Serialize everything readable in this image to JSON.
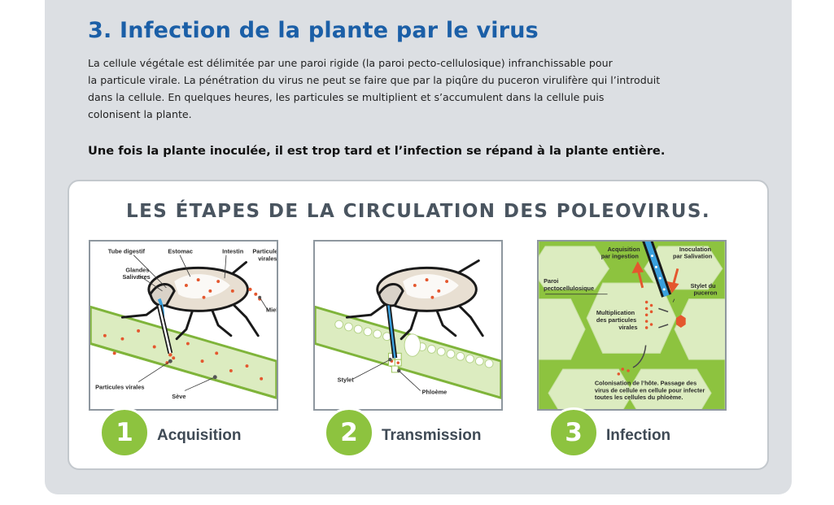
{
  "section": {
    "title": "3. Infection de la plante par le virus",
    "intro_lines": [
      "La cellule végétale est délimitée par une paroi rigide (la paroi pecto-cellulosique) infranchissable pour",
      "la particule virale. La pénétration du virus ne peut se faire que par la piqûre du puceron virulifère qui l’introduit",
      "dans la cellule. En quelques heures, les particules se multiplient et s’accumulent dans la cellule puis",
      "colonisent la plante."
    ],
    "emphasis": "Une fois la plante inoculée, il est trop tard et l’infection se répand à la plante entière."
  },
  "diagram": {
    "title": "LES ÉTAPES DE LA CIRCULATION DES POLEOVIRUS.",
    "stages": [
      {
        "number": "1",
        "label": "Acquisition",
        "annotations": {
          "tube": "Tube digestif",
          "estomac": "Estomac",
          "intestin": "Intestin",
          "particules_l1": "Particules",
          "particules_l2": "virales",
          "glandes_l1": "Glandes",
          "glandes_l2": "Salivaires",
          "miellat": "Miellat",
          "particules_bas": "Particules virales",
          "seve": "Sève"
        }
      },
      {
        "number": "2",
        "label": "Transmission",
        "annotations": {
          "stylet": "Stylet",
          "phloeme": "Phloème"
        }
      },
      {
        "number": "3",
        "label": "Infection",
        "annotations": {
          "acq_l1": "Acquisition",
          "acq_l2": "par ingestion",
          "inoc_l1": "Inoculation",
          "inoc_l2": "par Salivation",
          "paroi_l1": "Paroi",
          "paroi_l2": "pectocellulosique",
          "stylet_l1": "Stylet du",
          "stylet_l2": "puceron",
          "multi_l1": "Multiplication",
          "multi_l2": "des particules",
          "multi_l3": "virales",
          "colo_l1": "Colonisation de l’hôte. Passage des",
          "colo_l2": "virus de cellule en cellule pour infecter",
          "colo_l3": "toutes les cellules du phloème."
        }
      }
    ]
  },
  "colors": {
    "title_blue": "#1b5fa7",
    "step_green": "#8dc33f",
    "plant_green": "#dcecc0",
    "virus_orange": "#e4572e"
  }
}
